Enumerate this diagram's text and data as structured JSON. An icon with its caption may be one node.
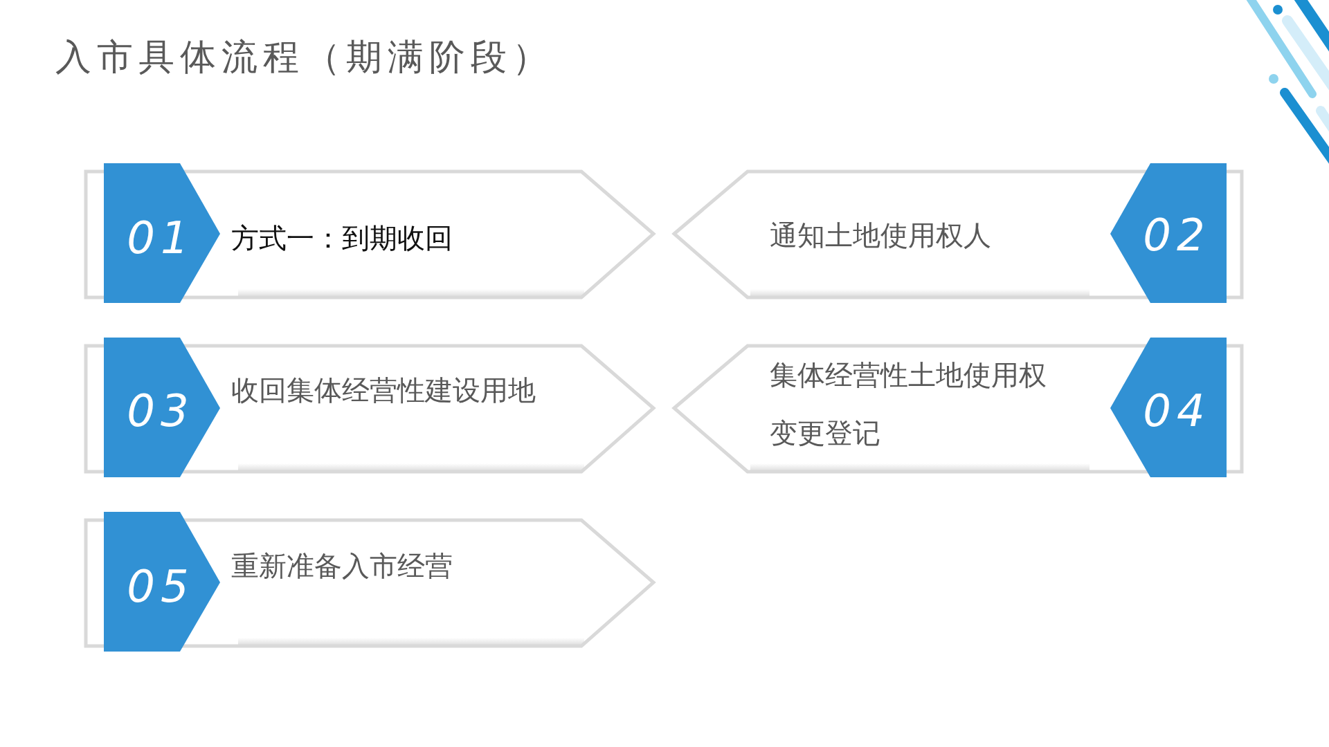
{
  "diagram": {
    "title": "入市具体流程（期满阶段）",
    "nodes": [
      {
        "text": [
          "01",
          "方式一：到期收回"
        ]
      },
      {
        "text": [
          "通知土地使用权人",
          "02"
        ]
      },
      {
        "text": [
          "03",
          "收回集体经营性建设用地"
        ]
      },
      {
        "text": [
          "集体经营性土地使用权变更登记",
          "04"
        ]
      },
      {
        "text": [
          "05",
          "重新准备入市经营"
        ]
      }
    ]
  }
}
